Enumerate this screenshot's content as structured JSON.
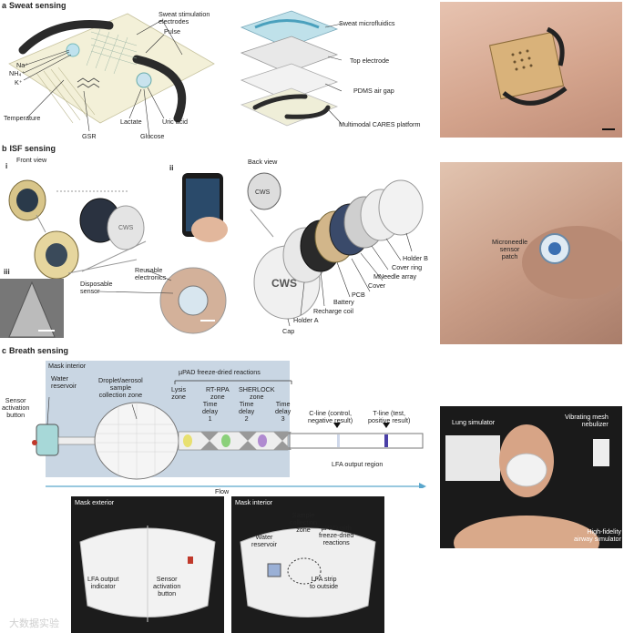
{
  "sections": {
    "a": {
      "letter": "a",
      "title": "Sweat sensing"
    },
    "b": {
      "letter": "b",
      "title": "ISF sensing"
    },
    "c": {
      "letter": "c",
      "title": "Breath sensing"
    }
  },
  "a_labels": {
    "sweat_stim": "Sweat stimulation\nelectrodes",
    "pulse": "Pulse",
    "na": "Na⁺",
    "nh4": "NH₄⁺",
    "k": "K⁺",
    "temperature": "Temperature",
    "gsr": "GSR",
    "lactate": "Lactate",
    "glucose": "Glucose",
    "uric_acid": "Uric acid",
    "sweat_microfluidics": "Sweat microfluidics",
    "top_electrode": "Top electrode",
    "pdms_air_gap": "PDMS air gap",
    "cares_platform": "Multimodal CARES platform"
  },
  "b_labels": {
    "i": "i",
    "ii": "ii",
    "iii": "iii",
    "front_view": "Front view",
    "back_view": "Back view",
    "reusable": "Reusable\nelectronics",
    "disposable": "Disposable\nsensor",
    "holder_b": "Holder B",
    "cover_ring": "Cover ring",
    "mneedle": "MNeedle array",
    "cover": "Cover",
    "pcb": "PCB",
    "battery": "Battery",
    "recharge": "Recharge coil",
    "holder_a": "Holder A",
    "cap": "Cap",
    "cws": "CWS",
    "microneedle_patch": "Microneedle\nsensor\npatch"
  },
  "c_labels": {
    "mask_interior_top": "Mask interior",
    "water_reservoir": "Water\nreservoir",
    "sensor_activation": "Sensor\nactivation\nbutton",
    "droplet_zone": "Droplet/aerosol\nsample\ncollection zone",
    "upad_reactions": "µPAD freeze-dried reactions",
    "lysis_zone": "Lysis\nzone",
    "rtrpa_zone": "RT-RPA\nzone",
    "sherlock_zone": "SHERLOCK\nzone",
    "time_delay_1": "Time\ndelay\n1",
    "time_delay_2": "Time\ndelay\n2",
    "time_delay_3": "Time\ndelay\n3",
    "c_line": "C-line (control,\nnegative result)",
    "t_line": "T-line (test,\npositive result)",
    "lfa_region": "LFA output region",
    "flow": "Flow",
    "lung_simulator": "Lung simulator",
    "vibrating_mesh": "Vibrating mesh\nnebulizer",
    "airway_simulator": "High-fidelity\nairway simulator",
    "mask_exterior": "Mask exterior",
    "lfa_output_indicator": "LFA output\nindicator",
    "sensor_activation_button": "Sensor\nactivation\nbutton",
    "mask_interior_bottom": "Mask interior",
    "water_reservoir_b": "Water\nreservoir",
    "sample_collection_zone": "Sample\ncollection\nzone",
    "upad_with": "µPAD with\nfreeze-dried\nreactions",
    "lfa_strip": "LFA strip\nto outside"
  },
  "watermark": "大数据实验",
  "colors": {
    "accent_blue": "#5aa6cc",
    "mask_panel": "#c9d6e3",
    "t_line": "#4a3fa6"
  }
}
